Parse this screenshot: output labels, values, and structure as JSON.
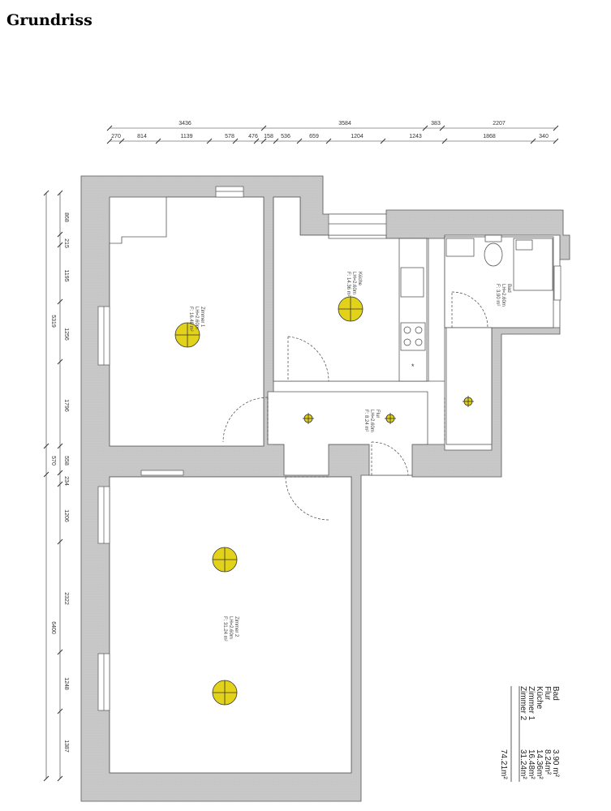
{
  "title": "Grundriss",
  "dimensions_top_row1": [
    "3436",
    "3584",
    "383",
    "2207"
  ],
  "dimensions_top_row2": [
    "270",
    "814",
    "1139",
    "578",
    "476",
    "158",
    "536",
    "659",
    "1204",
    "1243",
    "1868",
    "340"
  ],
  "dimensions_left_col1": [
    "5319",
    "570",
    "6400"
  ],
  "dimensions_left_col2": [
    "868",
    "215",
    "1195",
    "1256",
    "1796",
    "558",
    "234",
    "1206",
    "2322",
    "1248",
    "1387"
  ],
  "rooms": {
    "zimmer1": {
      "name": "Zimmer 1",
      "height": "LH=2.60m",
      "area": "F: 16.48 m²"
    },
    "kueche": {
      "name": "Küche",
      "height": "LH=2.60m",
      "area": "F: 14.36 m²"
    },
    "bad": {
      "name": "Bad",
      "height": "LH=2.60m",
      "area": "F: 3.90 m²"
    },
    "flur": {
      "name": "Flur",
      "height": "LH=2.60m",
      "area": "F: 8.24 m²"
    },
    "zimmer2": {
      "name": "Zimmer 2",
      "height": "LH=2.60m",
      "area": "F: 31.24 m²"
    }
  },
  "legend": {
    "rows": [
      {
        "name": "Bad",
        "area": "3.90 m²"
      },
      {
        "name": "Flur",
        "area": "8.24m²"
      },
      {
        "name": "Küche",
        "area": "14.36m²"
      },
      {
        "name": "Zimmer 1",
        "area": "16.48m²"
      },
      {
        "name": "Zimmer 2",
        "area": "31.24m²"
      }
    ],
    "total": "74.21m²"
  },
  "colors": {
    "wall": "#c8c8c8",
    "wall_stroke": "#555555",
    "light": "#e3d21a",
    "line": "#333333"
  }
}
